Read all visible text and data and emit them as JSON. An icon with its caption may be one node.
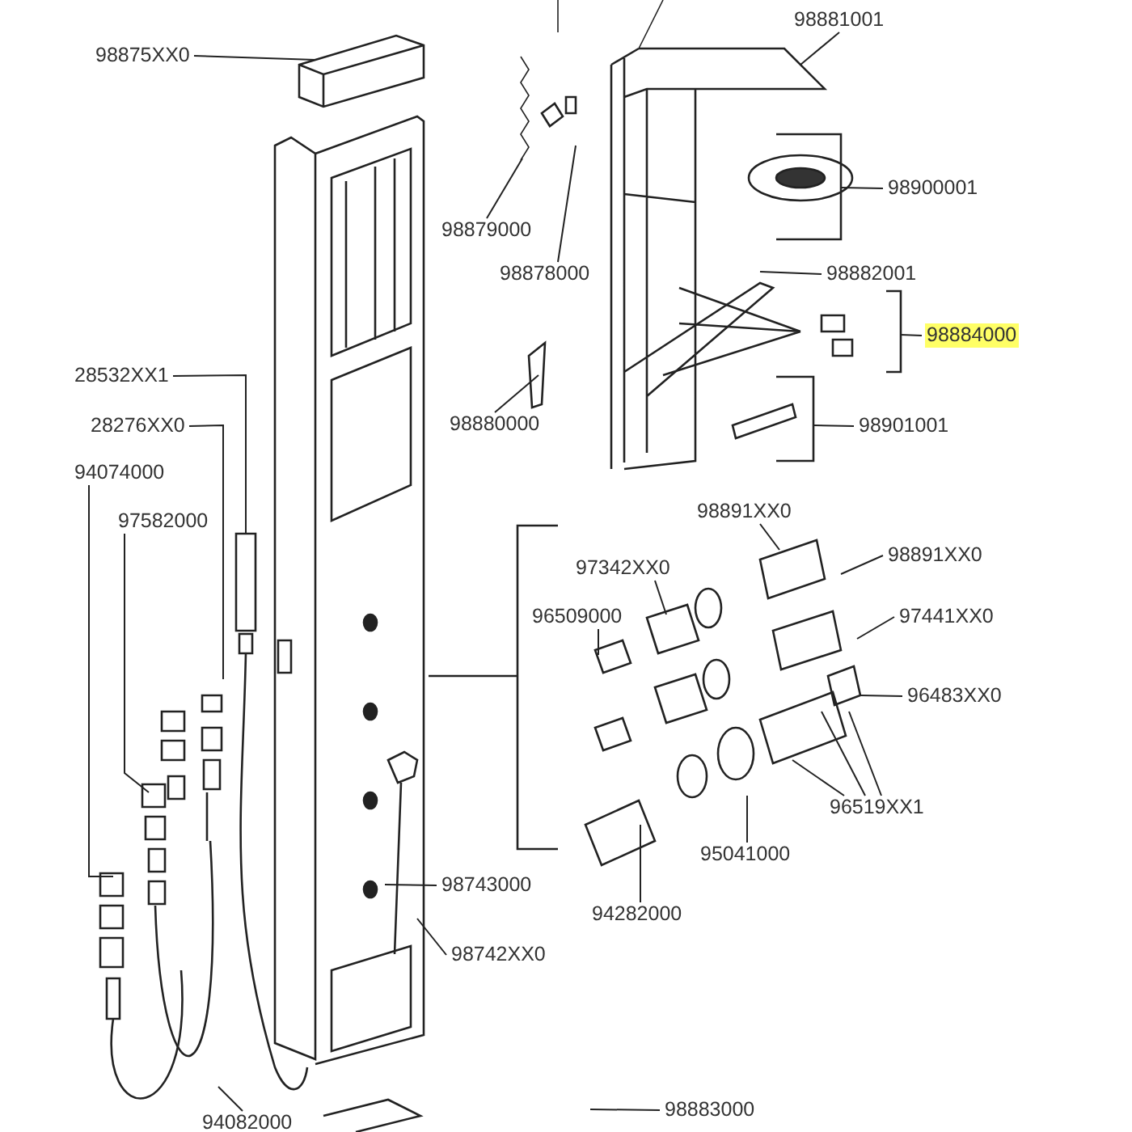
{
  "diagram": {
    "nodes": [
      {
        "text": [
          "98881001"
        ]
      },
      {
        "text": [
          "98875XX0"
        ]
      },
      {
        "text": [
          "98900001"
        ]
      },
      {
        "text": [
          "98879000"
        ]
      },
      {
        "text": [
          "98878000"
        ]
      },
      {
        "text": [
          "98882001"
        ]
      },
      {
        "text": [
          "98884000"
        ]
      },
      {
        "text": [
          "28532XX1"
        ]
      },
      {
        "text": [
          "98880000"
        ]
      },
      {
        "text": [
          "98901001"
        ]
      },
      {
        "text": [
          "28276XX0"
        ]
      },
      {
        "text": [
          "94074000"
        ]
      },
      {
        "text": [
          "97582000"
        ]
      },
      {
        "text": [
          "98891XX0"
        ]
      },
      {
        "text": [
          "98891XX0"
        ]
      },
      {
        "text": [
          "97342XX0"
        ]
      },
      {
        "text": [
          "96509000"
        ]
      },
      {
        "text": [
          "97441XX0"
        ]
      },
      {
        "text": [
          "96483XX0"
        ]
      },
      {
        "text": [
          "96519XX1"
        ]
      },
      {
        "text": [
          "95041000"
        ]
      },
      {
        "text": [
          "98743000"
        ]
      },
      {
        "text": [
          "94282000"
        ]
      },
      {
        "text": [
          "98742XX0"
        ]
      },
      {
        "text": [
          "94082000"
        ]
      },
      {
        "text": [
          "98883000"
        ]
      }
    ],
    "edges": [
      {
        "from": 0,
        "to": null,
        "arrow": "none"
      },
      {
        "from": 1,
        "to": null,
        "arrow": "none"
      },
      {
        "from": 2,
        "to": null,
        "arrow": "none"
      },
      {
        "from": 3,
        "to": null,
        "arrow": "none"
      },
      {
        "from": 4,
        "to": null,
        "arrow": "none"
      },
      {
        "from": 5,
        "to": null,
        "arrow": "none"
      },
      {
        "from": 6,
        "to": null,
        "arrow": "none"
      },
      {
        "from": 7,
        "to": null,
        "arrow": "none"
      },
      {
        "from": 8,
        "to": null,
        "arrow": "none"
      },
      {
        "from": 9,
        "to": null,
        "arrow": "none"
      },
      {
        "from": 10,
        "to": null,
        "arrow": "none"
      },
      {
        "from": 11,
        "to": null,
        "arrow": "none"
      },
      {
        "from": 12,
        "to": null,
        "arrow": "none"
      },
      {
        "from": 13,
        "to": null,
        "arrow": "none"
      },
      {
        "from": 14,
        "to": null,
        "arrow": "none"
      },
      {
        "from": 15,
        "to": null,
        "arrow": "none"
      },
      {
        "from": 16,
        "to": null,
        "arrow": "none"
      },
      {
        "from": 17,
        "to": null,
        "arrow": "none"
      },
      {
        "from": 18,
        "to": null,
        "arrow": "none"
      },
      {
        "from": 19,
        "to": null,
        "arrow": "none"
      },
      {
        "from": 19,
        "to": null,
        "arrow": "none"
      },
      {
        "from": 19,
        "to": null,
        "arrow": "none"
      },
      {
        "from": 20,
        "to": null,
        "arrow": "none"
      },
      {
        "from": 21,
        "to": null,
        "arrow": "none"
      },
      {
        "from": 22,
        "to": null,
        "arrow": "none"
      },
      {
        "from": 23,
        "to": null,
        "arrow": "none"
      },
      {
        "from": 24,
        "to": null,
        "arrow": "none"
      },
      {
        "from": 25,
        "to": null,
        "arrow": "none"
      }
    ]
  }
}
